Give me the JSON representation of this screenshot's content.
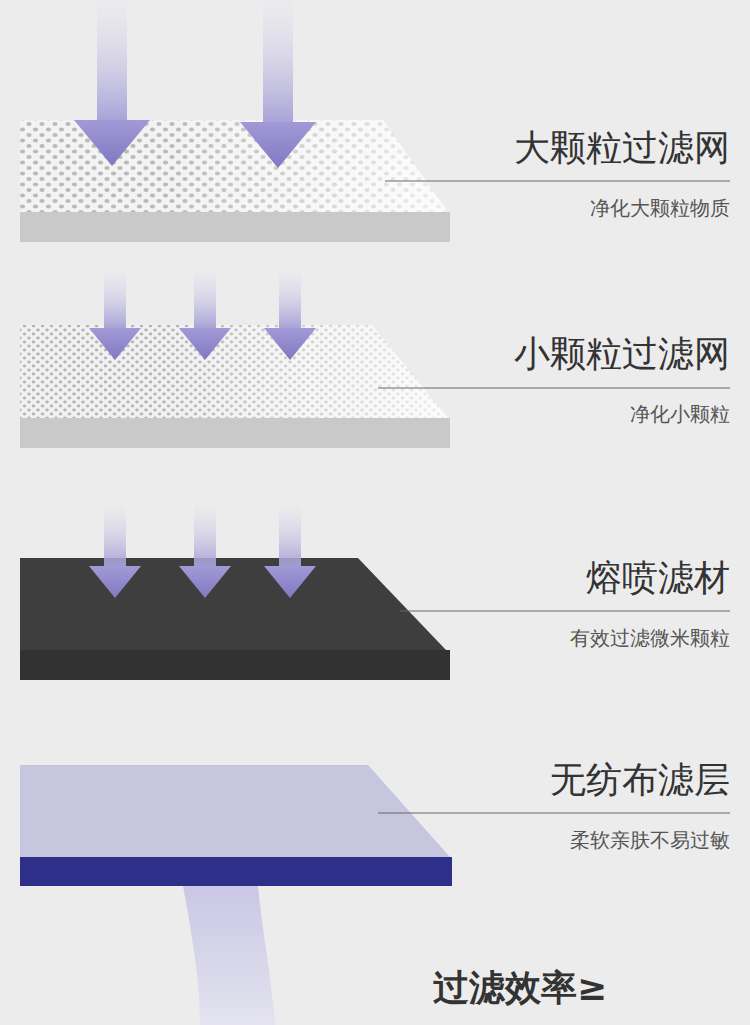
{
  "diagram": {
    "nodes": [
      {
        "text": [
          "大颗粒过滤网",
          "净化大颗粒物质"
        ]
      },
      {
        "text": [
          "小颗粒过滤网",
          "净化小颗粒"
        ]
      },
      {
        "text": [
          "熔喷滤材",
          "有效过滤微米颗粒"
        ]
      },
      {
        "text": [
          "无纺布滤层",
          "柔软亲肤不易过敏"
        ]
      }
    ],
    "labels": [
      "过滤效率≥"
    ]
  }
}
